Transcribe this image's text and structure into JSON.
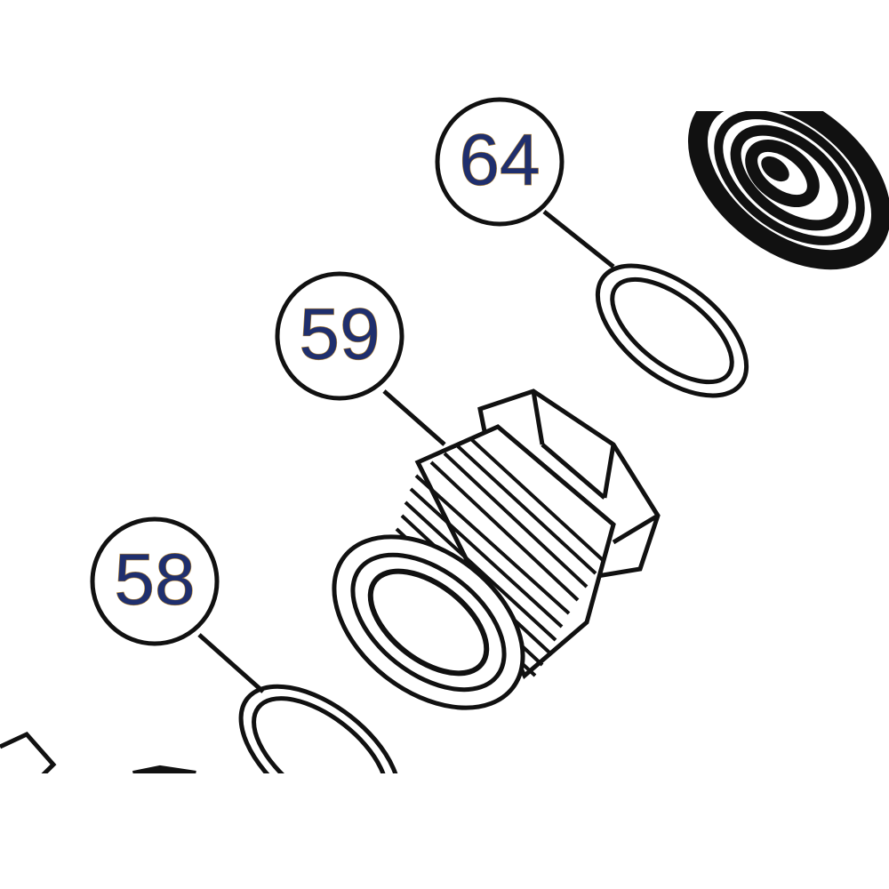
{
  "callouts": [
    {
      "id": "64",
      "label": "64"
    },
    {
      "id": "59",
      "label": "59"
    },
    {
      "id": "58",
      "label": "58"
    }
  ],
  "parts": [
    {
      "callout": "64",
      "part": "o-ring"
    },
    {
      "callout": "59",
      "part": "threaded-fitting"
    },
    {
      "callout": "58",
      "part": "o-ring"
    }
  ],
  "colors": {
    "line": "#111111",
    "background": "#ffffff",
    "callout_text": "#1f2f6e"
  }
}
